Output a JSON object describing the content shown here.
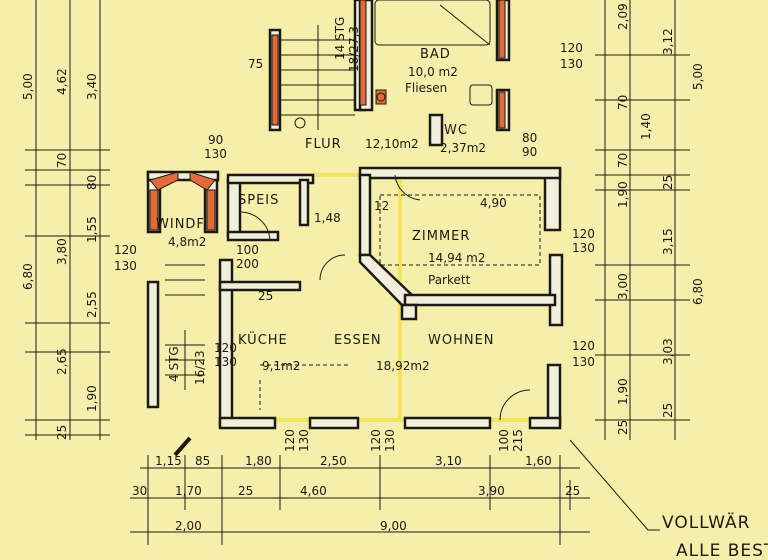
{
  "rooms": {
    "bad": {
      "name": "BAD",
      "area": "10,0 m2",
      "note": "Fliesen"
    },
    "flur": {
      "name": "FLUR",
      "area": "12,10m2"
    },
    "wc": {
      "name": "WC",
      "area": "2,37m2"
    },
    "speis": {
      "name": "SPEIS"
    },
    "windf": {
      "name": "WINDF",
      "area": "4,8m2"
    },
    "zimmer": {
      "name": "ZIMMER",
      "area": "14,94 m2",
      "note": "Parkett"
    },
    "kueche": {
      "name": "KÜCHE",
      "area": "9,1m2"
    },
    "essen": {
      "name": "ESSEN"
    },
    "wohnen": {
      "name": "WOHNEN",
      "area": "18,92m2"
    }
  },
  "stairs": {
    "steps_upper": "14 STG",
    "rise": "18/27,3",
    "steps_lower": "4 STG",
    "rise_lower": "16/23"
  },
  "left_dimensions": {
    "outer": [
      "5,00",
      "6,80"
    ],
    "middle": [
      "4,62",
      "3,80",
      "2,65"
    ],
    "inner": [
      "3,40",
      "80",
      "1,55",
      "2,55",
      "1,90"
    ],
    "small": [
      "70",
      "25"
    ]
  },
  "right_dimensions": {
    "outer": [
      "5,00",
      "6,80"
    ],
    "middle": [
      "3,12",
      "25",
      "3,15",
      "3,03",
      "25"
    ],
    "inner": [
      "2,09",
      "70",
      "1,40",
      "70",
      "1,90",
      "3,00",
      "1,90",
      "25"
    ]
  },
  "bottom_dimensions": {
    "row1": [
      "1,15",
      "85",
      "1,80",
      "2,50",
      "3,10",
      "1,60"
    ],
    "row2": [
      "30",
      "1,70",
      "25",
      "4,60",
      "3,90",
      "25"
    ],
    "row3": [
      "2,00",
      "9,00"
    ]
  },
  "openings": {
    "bad": [
      "120",
      "130"
    ],
    "flur_left": [
      "90",
      "130"
    ],
    "wc_door": [
      "80",
      "90"
    ],
    "windf": [
      "120",
      "130"
    ],
    "speis_door": [
      "100",
      "200"
    ],
    "zimmer_right": [
      "120",
      "130"
    ],
    "wohnen_right": [
      "120",
      "130"
    ],
    "kueche": [
      "120",
      "130"
    ],
    "essen_bottom": [
      "120",
      "130"
    ],
    "bottom_left": [
      "120",
      "130"
    ],
    "bottom_right": [
      "100",
      "215"
    ],
    "misc": [
      "1,48",
      "12",
      "4,90",
      "75",
      "25"
    ]
  },
  "annotation": {
    "line1": "VOLLWÄR",
    "line2": "ALLE BEST"
  },
  "colors": {
    "paper": "#f6efab",
    "ink": "#1d1a14",
    "wall_fill": "#f2f0dc",
    "red": "#e06a3a",
    "yellow": "#f2e24a"
  }
}
